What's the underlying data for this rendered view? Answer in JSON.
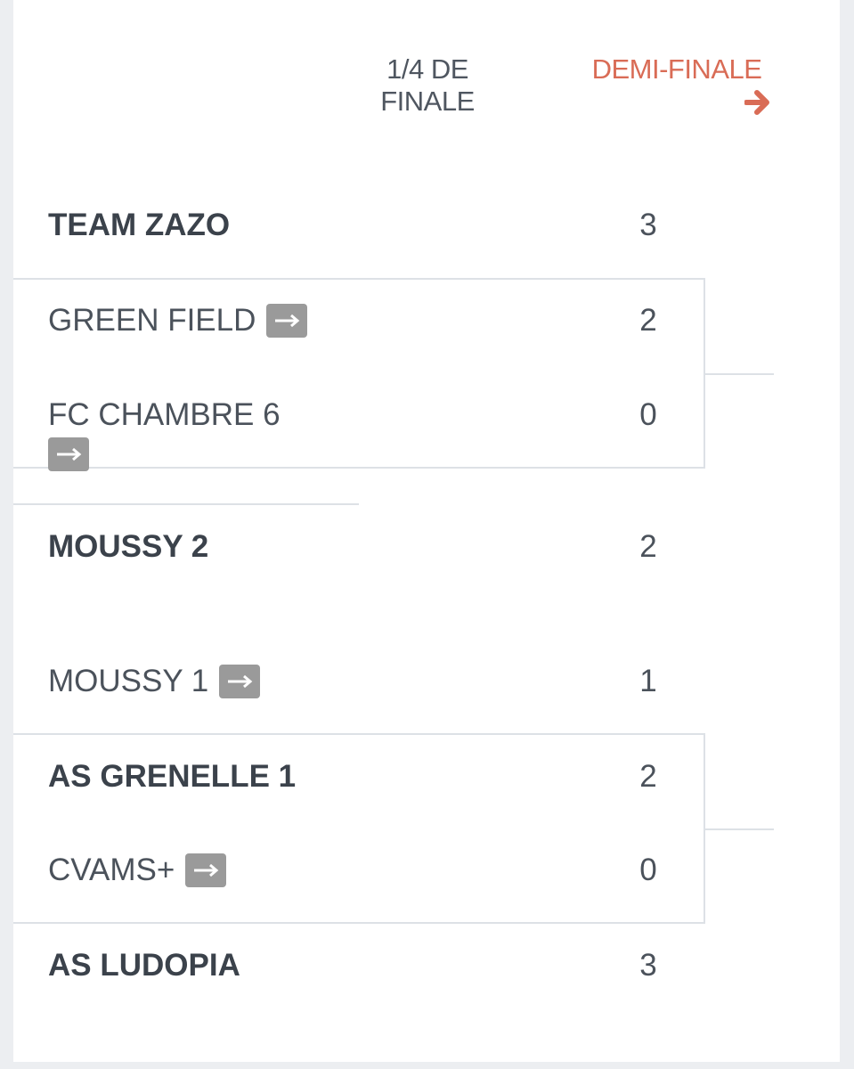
{
  "rounds": {
    "current_line1": "1/4 DE",
    "current_line2": "FINALE",
    "next": "DEMI-FINALE",
    "next_icon": "arrow-right-icon",
    "next_color": "#d96c56"
  },
  "teams": [
    {
      "name": "TEAM ZAZO",
      "score": "3",
      "winner": true,
      "link": false
    },
    {
      "name": "GREEN FIELD",
      "score": "2",
      "winner": false,
      "link": true
    },
    {
      "name": "FC CHAMBRE 6",
      "score": "0",
      "winner": false,
      "link": true
    },
    {
      "name": "MOUSSY 2",
      "score": "2",
      "winner": true,
      "link": false
    },
    {
      "name": "MOUSSY 1",
      "score": "1",
      "winner": false,
      "link": true
    },
    {
      "name": "AS GRENELLE 1",
      "score": "2",
      "winner": true,
      "link": false
    },
    {
      "name": "CVAMS+",
      "score": "0",
      "winner": false,
      "link": true
    },
    {
      "name": "AS LUDOPIA",
      "score": "3",
      "winner": true,
      "link": false
    }
  ],
  "link_icon": "arrow-right-icon",
  "colors": {
    "badge": "#9a9a9a",
    "text": "#4b525b",
    "divider": "#dde1e6"
  }
}
